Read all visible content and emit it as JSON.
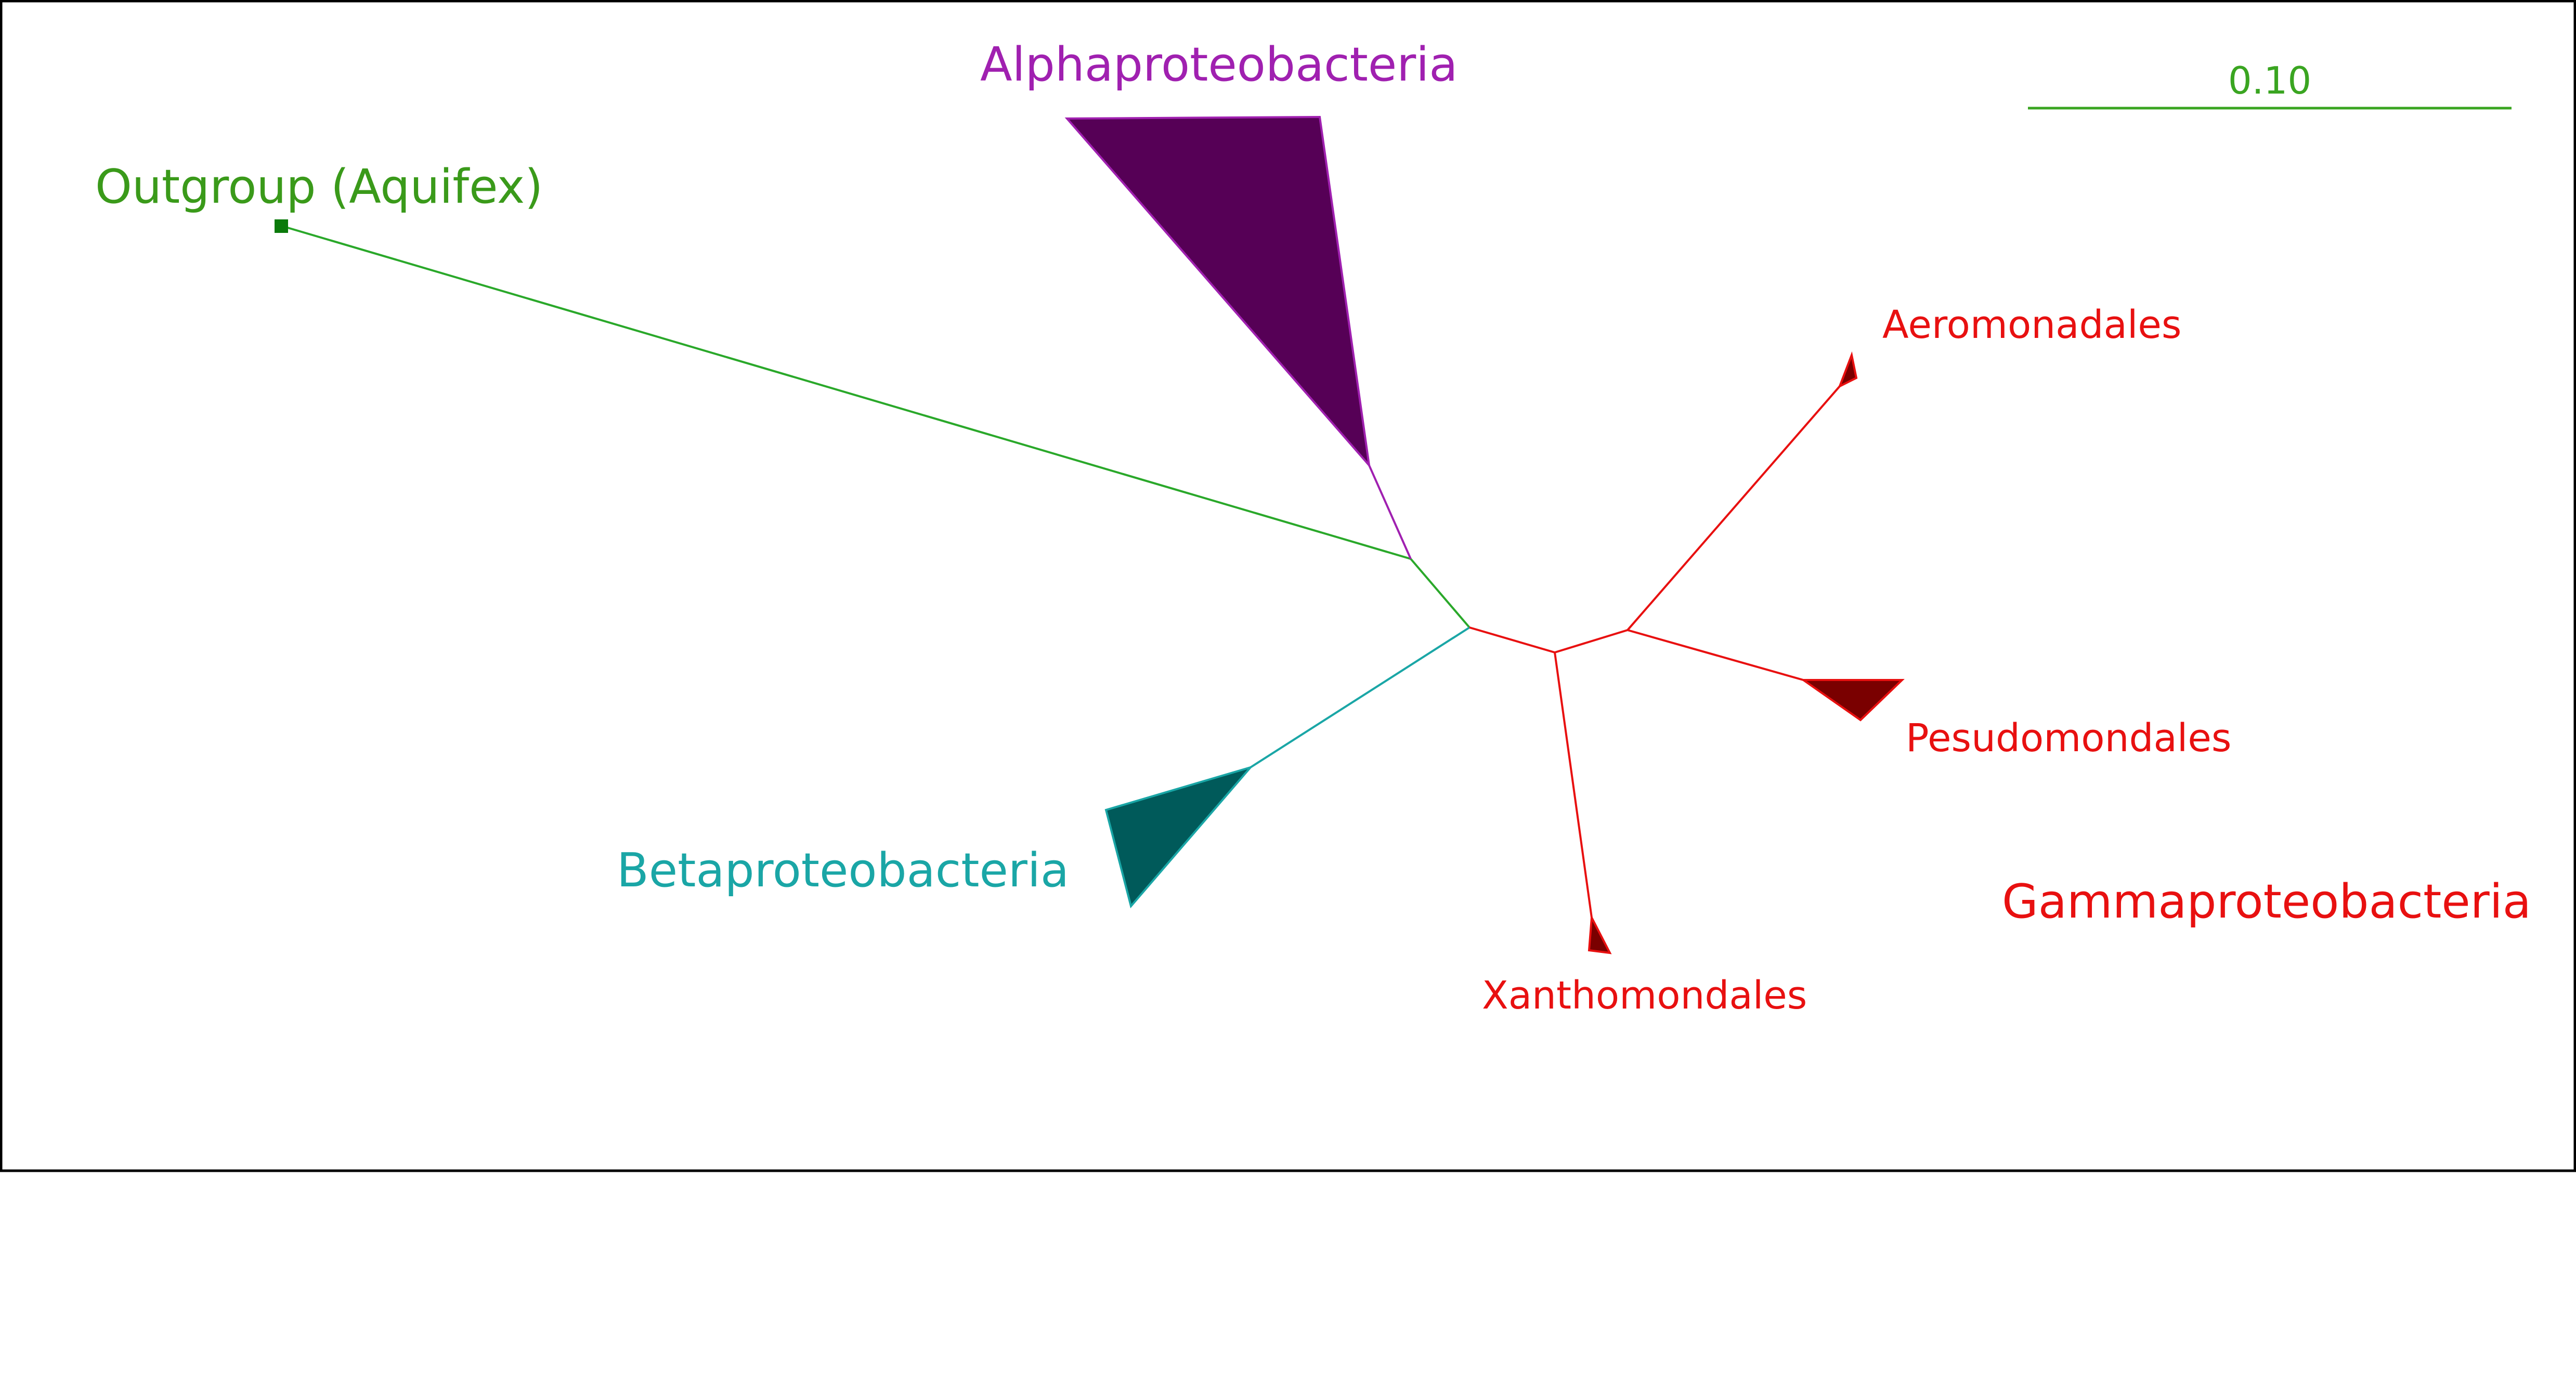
{
  "scale_bar": {
    "label": "0.10",
    "color": "#3aa521"
  },
  "clades": {
    "outgroup": {
      "label": "Outgroup (Aquifex)",
      "color": "#3a9a1a",
      "branch_color": "#2aa82a",
      "fill": "#0a7a0a"
    },
    "alpha": {
      "label": "Alphaproteobacteria",
      "color": "#a020b0",
      "branch_color": "#a020b0",
      "fill": "#560056"
    },
    "beta": {
      "label": "Betaproteobacteria",
      "color": "#1aa6a6",
      "branch_color": "#1aa6a6",
      "fill": "#005a5a"
    },
    "gamma": {
      "label": "Gammaproteobacteria",
      "color": "#e81010",
      "branch_color": "#e81010",
      "fill": "#7a0000"
    },
    "aeromonadales": {
      "label": "Aeromonadales",
      "color": "#e81010"
    },
    "pseudomonadales": {
      "label": "Pesudomondales",
      "color": "#e81010"
    },
    "xanthomonadales": {
      "label": "Xanthomondales",
      "color": "#e81010"
    }
  }
}
